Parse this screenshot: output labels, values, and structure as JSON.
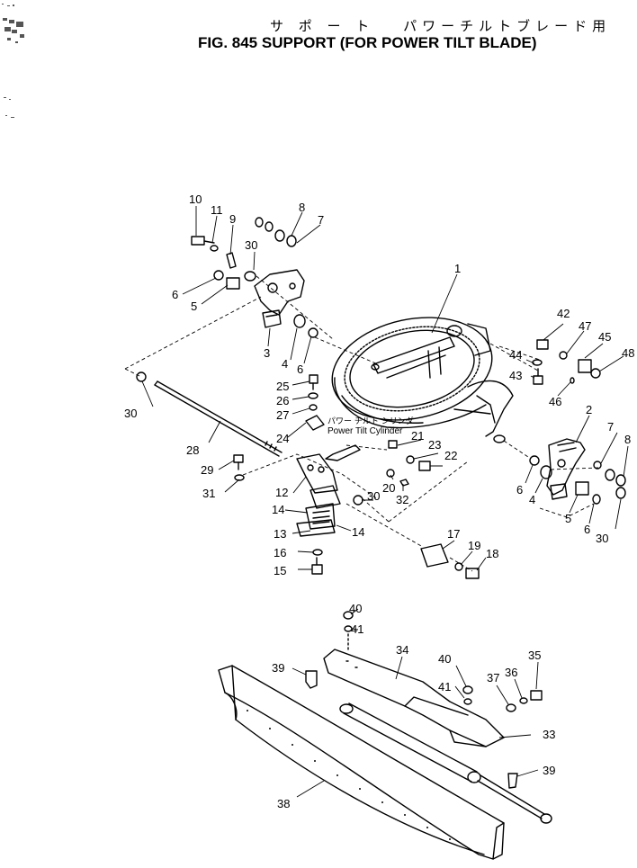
{
  "header": {
    "title_jp": "サ ポ ー ト　 パワーチルトブレード用",
    "title_en": "FIG. 845  SUPPORT (FOR POWER TILT BLADE)"
  },
  "annotation": {
    "jp": "パワー チルト シリンダ",
    "en": "Power Tilt Cylinder"
  },
  "callouts": [
    {
      "id": "c10a",
      "text": "10"
    },
    {
      "id": "c11",
      "text": "11"
    },
    {
      "id": "c9",
      "text": "9"
    },
    {
      "id": "c8a",
      "text": "8"
    },
    {
      "id": "c7a",
      "text": "7"
    },
    {
      "id": "c30a",
      "text": "30"
    },
    {
      "id": "c6a",
      "text": "6"
    },
    {
      "id": "c5a",
      "text": "5"
    },
    {
      "id": "c3",
      "text": "3"
    },
    {
      "id": "c4a",
      "text": "4"
    },
    {
      "id": "c6b",
      "text": "6"
    },
    {
      "id": "c1",
      "text": "1"
    },
    {
      "id": "c42",
      "text": "42"
    },
    {
      "id": "c47",
      "text": "47"
    },
    {
      "id": "c45",
      "text": "45"
    },
    {
      "id": "c48",
      "text": "48"
    },
    {
      "id": "c44",
      "text": "44"
    },
    {
      "id": "c43",
      "text": "43"
    },
    {
      "id": "c46",
      "text": "46"
    },
    {
      "id": "c25",
      "text": "25"
    },
    {
      "id": "c26",
      "text": "26"
    },
    {
      "id": "c27",
      "text": "27"
    },
    {
      "id": "c24",
      "text": "24"
    },
    {
      "id": "c30b",
      "text": "30"
    },
    {
      "id": "c28",
      "text": "28"
    },
    {
      "id": "c21",
      "text": "21"
    },
    {
      "id": "c23",
      "text": "23"
    },
    {
      "id": "c22",
      "text": "22"
    },
    {
      "id": "c29",
      "text": "29"
    },
    {
      "id": "c31",
      "text": "31"
    },
    {
      "id": "c12",
      "text": "12"
    },
    {
      "id": "c20",
      "text": "20"
    },
    {
      "id": "c32",
      "text": "32"
    },
    {
      "id": "c30c",
      "text": "30"
    },
    {
      "id": "c14a",
      "text": "14"
    },
    {
      "id": "c14b",
      "text": "14"
    },
    {
      "id": "c13",
      "text": "13"
    },
    {
      "id": "c16",
      "text": "16"
    },
    {
      "id": "c15",
      "text": "15"
    },
    {
      "id": "c17",
      "text": "17"
    },
    {
      "id": "c19",
      "text": "19"
    },
    {
      "id": "c18",
      "text": "18"
    },
    {
      "id": "c2",
      "text": "2"
    },
    {
      "id": "c7b",
      "text": "7"
    },
    {
      "id": "c8b",
      "text": "8"
    },
    {
      "id": "c6c",
      "text": "6"
    },
    {
      "id": "c4b",
      "text": "4"
    },
    {
      "id": "c5b",
      "text": "5"
    },
    {
      "id": "c6d",
      "text": "6"
    },
    {
      "id": "c30d",
      "text": "30"
    },
    {
      "id": "c40a",
      "text": "40"
    },
    {
      "id": "c41a",
      "text": "41"
    },
    {
      "id": "c39a",
      "text": "39"
    },
    {
      "id": "c34",
      "text": "34"
    },
    {
      "id": "c40b",
      "text": "40"
    },
    {
      "id": "c41b",
      "text": "41"
    },
    {
      "id": "c37",
      "text": "37"
    },
    {
      "id": "c36",
      "text": "36"
    },
    {
      "id": "c35",
      "text": "35"
    },
    {
      "id": "c33",
      "text": "33"
    },
    {
      "id": "c39b",
      "text": "39"
    },
    {
      "id": "c38",
      "text": "38"
    }
  ]
}
